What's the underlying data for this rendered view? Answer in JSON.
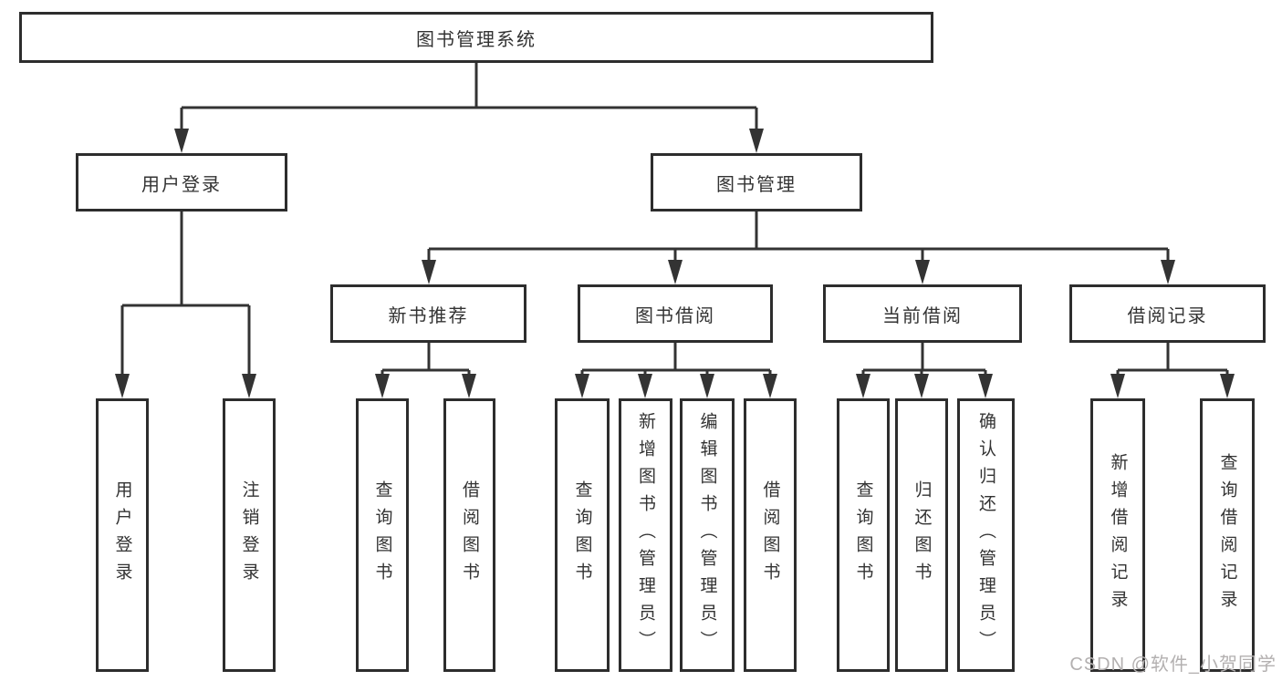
{
  "diagram": {
    "type": "tree",
    "root": {
      "label": "图书管理系统",
      "children": [
        {
          "label": "用户登录",
          "children": [
            {
              "label": "用户登录"
            },
            {
              "label": "注销登录"
            }
          ]
        },
        {
          "label": "图书管理",
          "children": [
            {
              "label": "新书推荐",
              "children": [
                {
                  "label": "查询图书"
                },
                {
                  "label": "借阅图书"
                }
              ]
            },
            {
              "label": "图书借阅",
              "children": [
                {
                  "label": "查询图书"
                },
                {
                  "label": "新增图书（管理员）"
                },
                {
                  "label": "编辑图书（管理员）"
                },
                {
                  "label": "借阅图书"
                }
              ]
            },
            {
              "label": "当前借阅",
              "children": [
                {
                  "label": "查询图书"
                },
                {
                  "label": "归还图书"
                },
                {
                  "label": "确认归还（管理员）"
                }
              ]
            },
            {
              "label": "借阅记录",
              "children": [
                {
                  "label": "新增借阅记录"
                },
                {
                  "label": "查询借阅记录"
                }
              ]
            }
          ]
        }
      ]
    }
  },
  "watermark": {
    "text": "CSDN @软件_小贺同学"
  },
  "colors": {
    "background": "#ffffff",
    "line": "#333333",
    "box_border": "#2d2d2d",
    "text": "#333333",
    "watermark": "#b3b0b0"
  }
}
